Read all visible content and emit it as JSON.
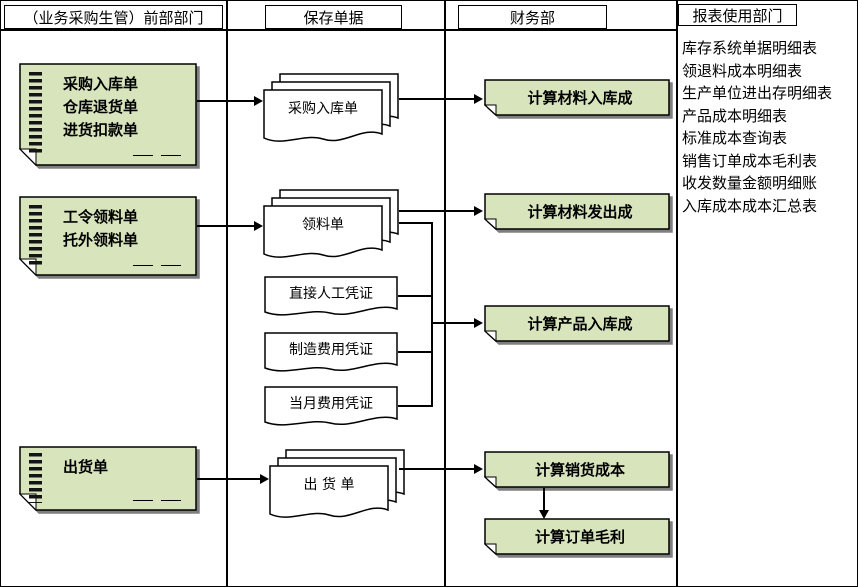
{
  "header": {
    "lane1": "（业务采购生管）前部部门",
    "lane2": "保存单据",
    "lane3": "财务部",
    "lane4": "报表使用部门"
  },
  "notes": [
    {
      "lines": [
        "采购入库单",
        "仓库退货单",
        "进货扣款单"
      ]
    },
    {
      "lines": [
        "工令领料单",
        "托外领料单"
      ]
    },
    {
      "lines": [
        "出货单"
      ]
    }
  ],
  "documents": {
    "purchase_receipt": "采购入库单",
    "material_requisition": "领料单",
    "direct_labor_voucher": "直接人工凭证",
    "manufacturing_expense_voucher": "制造费用凭证",
    "monthly_expense_voucher": "当月费用凭证",
    "shipment_order": "出 货 单"
  },
  "processes": {
    "material_inbound_cost": "计算材料入库成",
    "material_issue_cost": "计算材料发出成",
    "product_inbound_cost": "计算产品入库成",
    "sales_cost": "计算销货成本",
    "order_gross_profit": "计算订单毛利"
  },
  "reports": [
    "库存系统单据明细表",
    "领退料成本明细表",
    "生产单位进出存明细表",
    "产品成本明细表",
    "标准成本查询表",
    "销售订单成本毛利表",
    "收发数量金额明细账",
    "入库成本成本汇总表"
  ],
  "colors": {
    "note_fill": "#d7e4bc",
    "border": "#000000",
    "shadow": "#7f7f7f",
    "background": "#ffffff"
  }
}
